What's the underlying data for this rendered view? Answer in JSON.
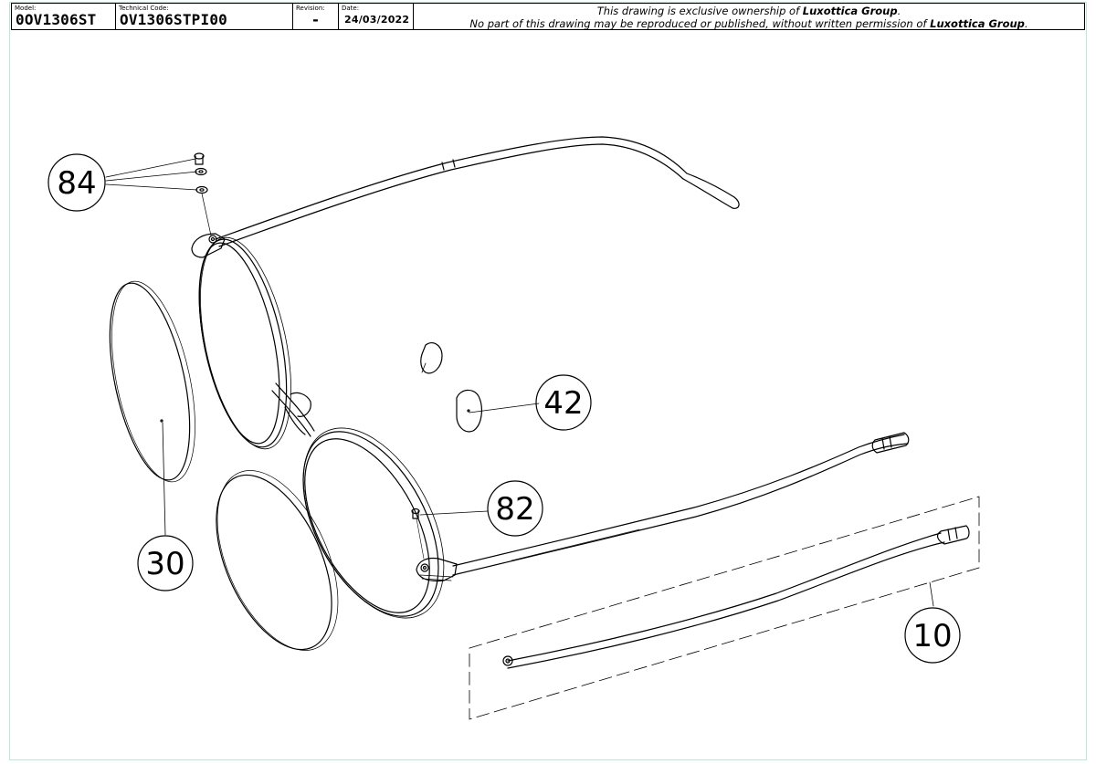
{
  "title_block": {
    "model_label": "Model:",
    "model_value": "0OV1306ST",
    "technical_code_label": "Technical Code:",
    "technical_code_value": "OV1306STPI00",
    "revision_label": "Revision:",
    "revision_value": "-",
    "date_label": "Date:",
    "date_value": "24/03/2022",
    "notice_line1_prefix": "This drawing is exclusive ownership of ",
    "notice_line1_owner": "Luxottica Group",
    "notice_line1_suffix": ".",
    "notice_line2_prefix": "No part of this drawing may be reproduced or published, without written permission of ",
    "notice_line2_owner": "Luxottica Group",
    "notice_line2_suffix": "."
  },
  "callouts": [
    {
      "id": "84",
      "label": "84"
    },
    {
      "id": "42",
      "label": "42"
    },
    {
      "id": "82",
      "label": "82"
    },
    {
      "id": "30",
      "label": "30"
    },
    {
      "id": "10",
      "label": "10"
    }
  ],
  "colors": {
    "line": "#000000",
    "frame": "#bfe3de",
    "background": "#ffffff"
  }
}
